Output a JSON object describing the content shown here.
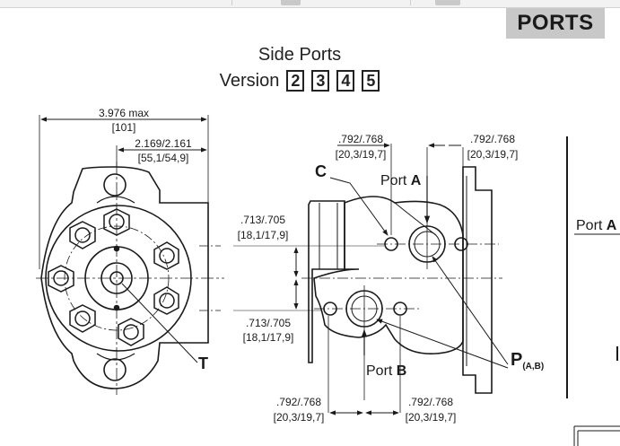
{
  "badge": "PORTS",
  "title": "Side Ports",
  "version_label": "Version",
  "versions": [
    "2",
    "3",
    "4",
    "5"
  ],
  "front_view": {
    "overall_width": "3.976 max",
    "overall_width_mm": "[101]",
    "center_offset": "2.169/2.161",
    "center_offset_mm": "[55,1/54,9]",
    "tank_label": "T"
  },
  "side_view": {
    "upper_offset": ".713/.705",
    "upper_offset_mm": "[18,1/17,9]",
    "lower_offset": ".713/.705",
    "lower_offset_mm": "[18,1/17,9]",
    "top_left_dim": ".792/.768",
    "top_left_dim_mm": "[20,3/19,7]",
    "top_right_dim": ".792/.768",
    "top_right_dim_mm": "[20,3/19,7]",
    "bottom_left_dim": ".792/.768",
    "bottom_left_dim_mm": "[20,3/19,7]",
    "bottom_right_dim": ".792/.768",
    "bottom_right_dim_mm": "[20,3/19,7]",
    "label_c": "C",
    "port_a_prefix": "Port ",
    "port_a_letter": "A",
    "port_b_prefix": "Port ",
    "port_b_letter": "B",
    "pressure_label": "P",
    "pressure_sub": "(A,B)"
  },
  "right_edge": {
    "port_prefix": "Port ",
    "port_letter": "A"
  }
}
